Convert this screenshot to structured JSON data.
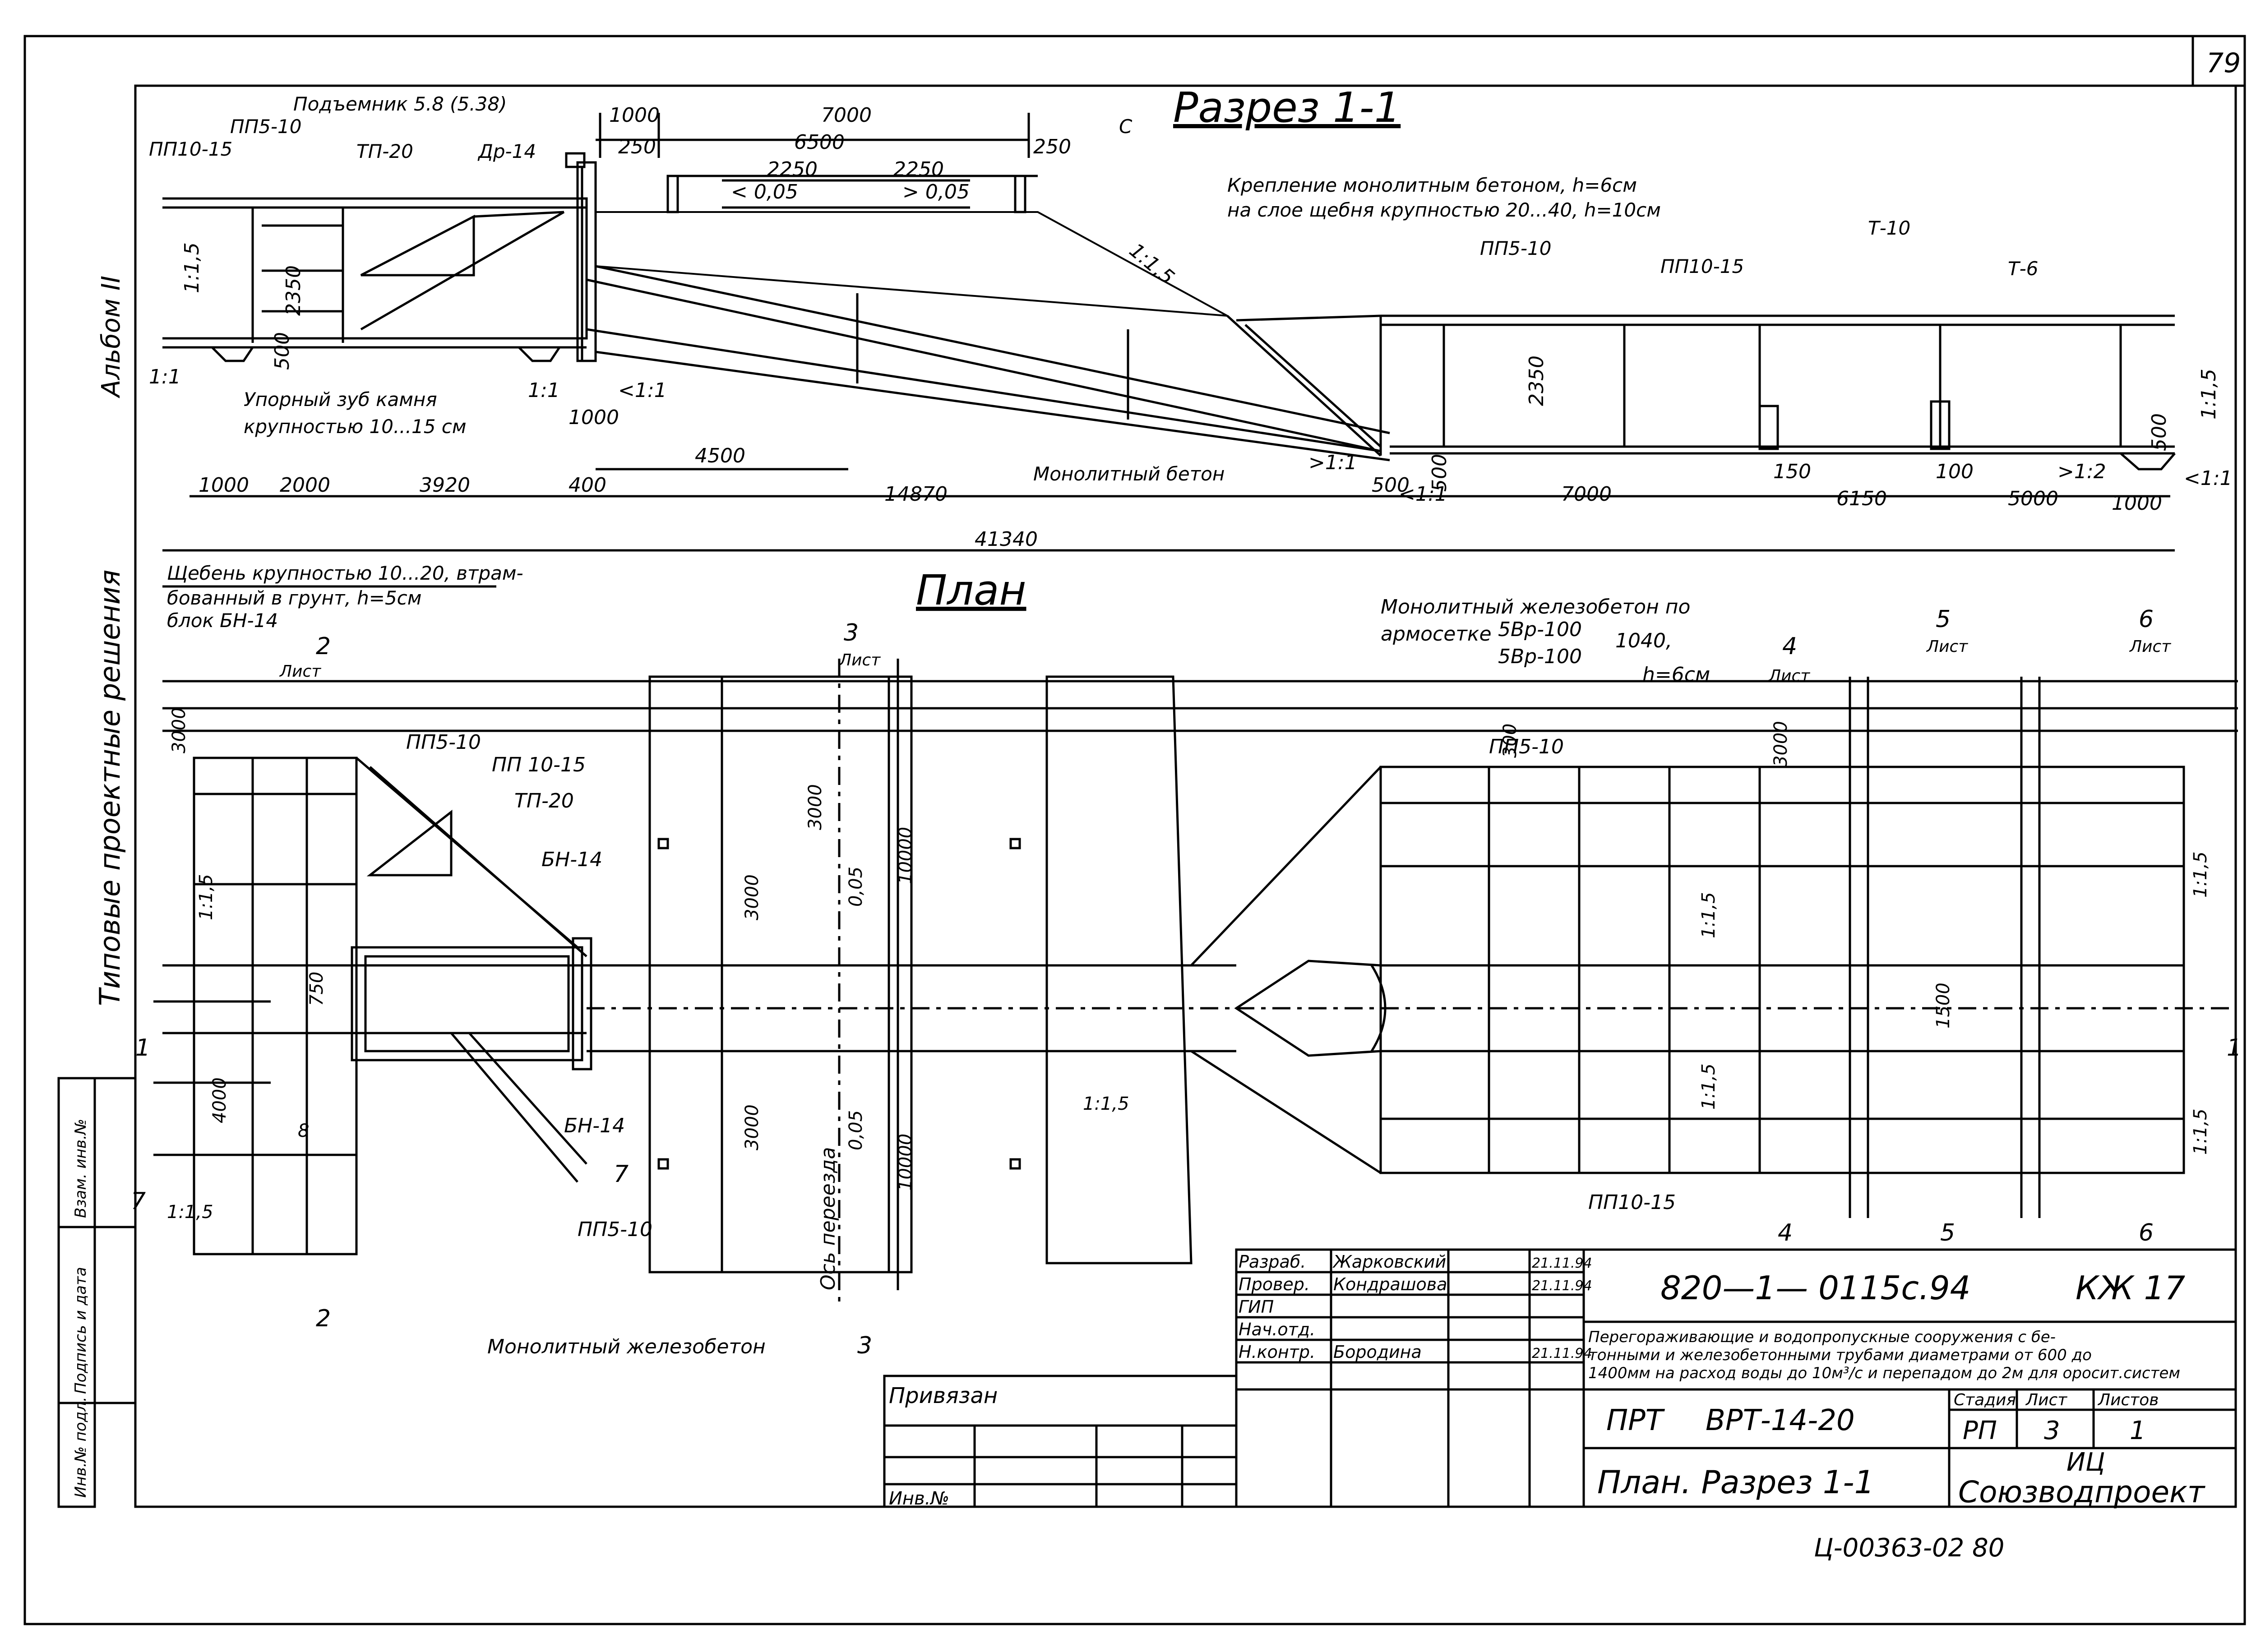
{
  "sheet": {
    "page_number": "79",
    "left_strip": [
      "Альбом II",
      "Типовые проектные решения"
    ],
    "bottom_code": "Ц-00363-02  80"
  },
  "section": {
    "title": "Разрез 1-1",
    "labels": {
      "lift": "Подъемник 5.8 (5.38)",
      "pp510": "ПП5-10",
      "pp1015": "ПП10-15",
      "tp20": "ТП-20",
      "dr14": "Др-14",
      "c": "С",
      "fastening1": "Крепление монолитным бетоном, h=6см",
      "fastening2": "на слое щебня крупностью 20...40, h=10см",
      "pp510_r": "ПП5-10",
      "pp1015_r": "ПП10-15",
      "t10": "Т-10",
      "t6": "Т-6",
      "stop_tooth1": "Упорный зуб камня",
      "stop_tooth2": "крупностью 10...15 см",
      "monolith": "Монолитный бетон",
      "gravel1": "Щебень крупностью 10...20, втрам-",
      "gravel2": "бованный в грунт, h=5см",
      "block": "блок БН-14"
    },
    "dims": {
      "d1000a": "1000",
      "d7000a": "7000",
      "d250a": "250",
      "d6500": "6500",
      "d250b": "250",
      "d2250a": "2250",
      "d2250b": "2250",
      "slope_l": "< 0,05",
      "slope_r": "> 0,05",
      "s115a": "1:1,5",
      "s115b": "1:1,5",
      "s115c": "1:1,5",
      "s11a": "1:1",
      "s11b": "1:1",
      "s11c": "<1:1",
      "s11d": "<1:1",
      "s11e": ">1:1",
      "s12": ">1:2",
      "s11f": "<1:1",
      "h2350a": "2350",
      "h2350b": "2350",
      "d500a": "500",
      "d500b": "500",
      "d500c": "500",
      "d500d": "500",
      "d1000b": "1000",
      "d4500": "4500",
      "d150": "150",
      "d100": "100",
      "b1000": "1000",
      "b2000": "2000",
      "b3920": "3920",
      "b400": "400",
      "b14870": "14870",
      "b7000": "7000",
      "b6150": "6150",
      "b5000": "5000",
      "b1000r": "1000",
      "total": "41340"
    }
  },
  "plan": {
    "title": "План",
    "labels": {
      "mono_rc1": "Монолитный железобетон по",
      "mono_rc2": "армосетке",
      "mesh_top": "5Вр-100",
      "mesh_bot": "5Вр-100",
      "mesh_val": "1040,",
      "mesh_h": "h=6см",
      "pp510": "ПП5-10",
      "pp1015": "ПП 10-15",
      "tp20": "ТП-20",
      "bn14a": "БН-14",
      "bn14b": "БН-14",
      "pp510b": "ПП5-10",
      "pp510r": "ПП5-10",
      "pp1015r": "ПП10-15",
      "axis": "Ось переезда",
      "mono_bottom": "Монолитный железобетон"
    },
    "cuts": {
      "c2t": "2",
      "c2b": "2",
      "c3t": "3",
      "c3b": "3",
      "c4t": "4",
      "c4b": "4",
      "c5t": "5",
      "c5b": "5",
      "c6t": "6",
      "c6b": "6",
      "c7a": "7",
      "c7b": "7",
      "c1a": "1",
      "c1b": "1",
      "list": "Лист"
    },
    "dims": {
      "d3000a": "3000",
      "d3000b": "3000",
      "d3000c": "3000",
      "d3000d": "3000",
      "d3000e": "3000",
      "d10000a": "10000",
      "d10000b": "10000",
      "s005a": "0,05",
      "s005b": "0,05",
      "d750": "750",
      "d4000": "4000",
      "d8": "8",
      "d300": "300",
      "d1500": "1500",
      "s115a": "1:1,5",
      "s115b": "1:1,5",
      "s115c": "1:1,5",
      "s115d": "1:1,5",
      "s115e": "1:1,5",
      "s115f": "1:1,5",
      "s115g": "1:1,5"
    }
  },
  "title_block": {
    "roles": [
      "Разраб.",
      "Провер.",
      "ГИП",
      "Нач.отд.",
      "Н.контр."
    ],
    "names": [
      "Жарковский",
      "Кондрашова",
      "",
      "",
      "Бородина"
    ],
    "dates": [
      "21.11.94",
      "21.11.94",
      "",
      "",
      "21.11.94"
    ],
    "code": "820—1— 0115с.94",
    "mark": "КЖ 17",
    "desc1": "Перегораживающие и водопропускные сооружения с бе-",
    "desc2": "тонными и железобетонными трубами диаметрами от 600 до",
    "desc3": "1400мм на расход воды до 10м³/с и перепадом до 2м для оросит.систем",
    "prt": "ПРТ",
    "vrt": "ВРТ-14-20",
    "stage_h": "Стадия",
    "sheet_h": "Лист",
    "sheets_h": "Листов",
    "stage": "РП",
    "sheet_no": "3",
    "sheets": "1",
    "drawing_title": "План. Разрез 1-1",
    "org1": "ИЦ",
    "org2": "Союзводпроект",
    "privyazan": "Привязан",
    "inv_no": "Инв.№"
  },
  "stamp_side": {
    "vzam": "Взам. инв.№",
    "podp": "Подпись и дата",
    "inv": "Инв.№ подл."
  }
}
